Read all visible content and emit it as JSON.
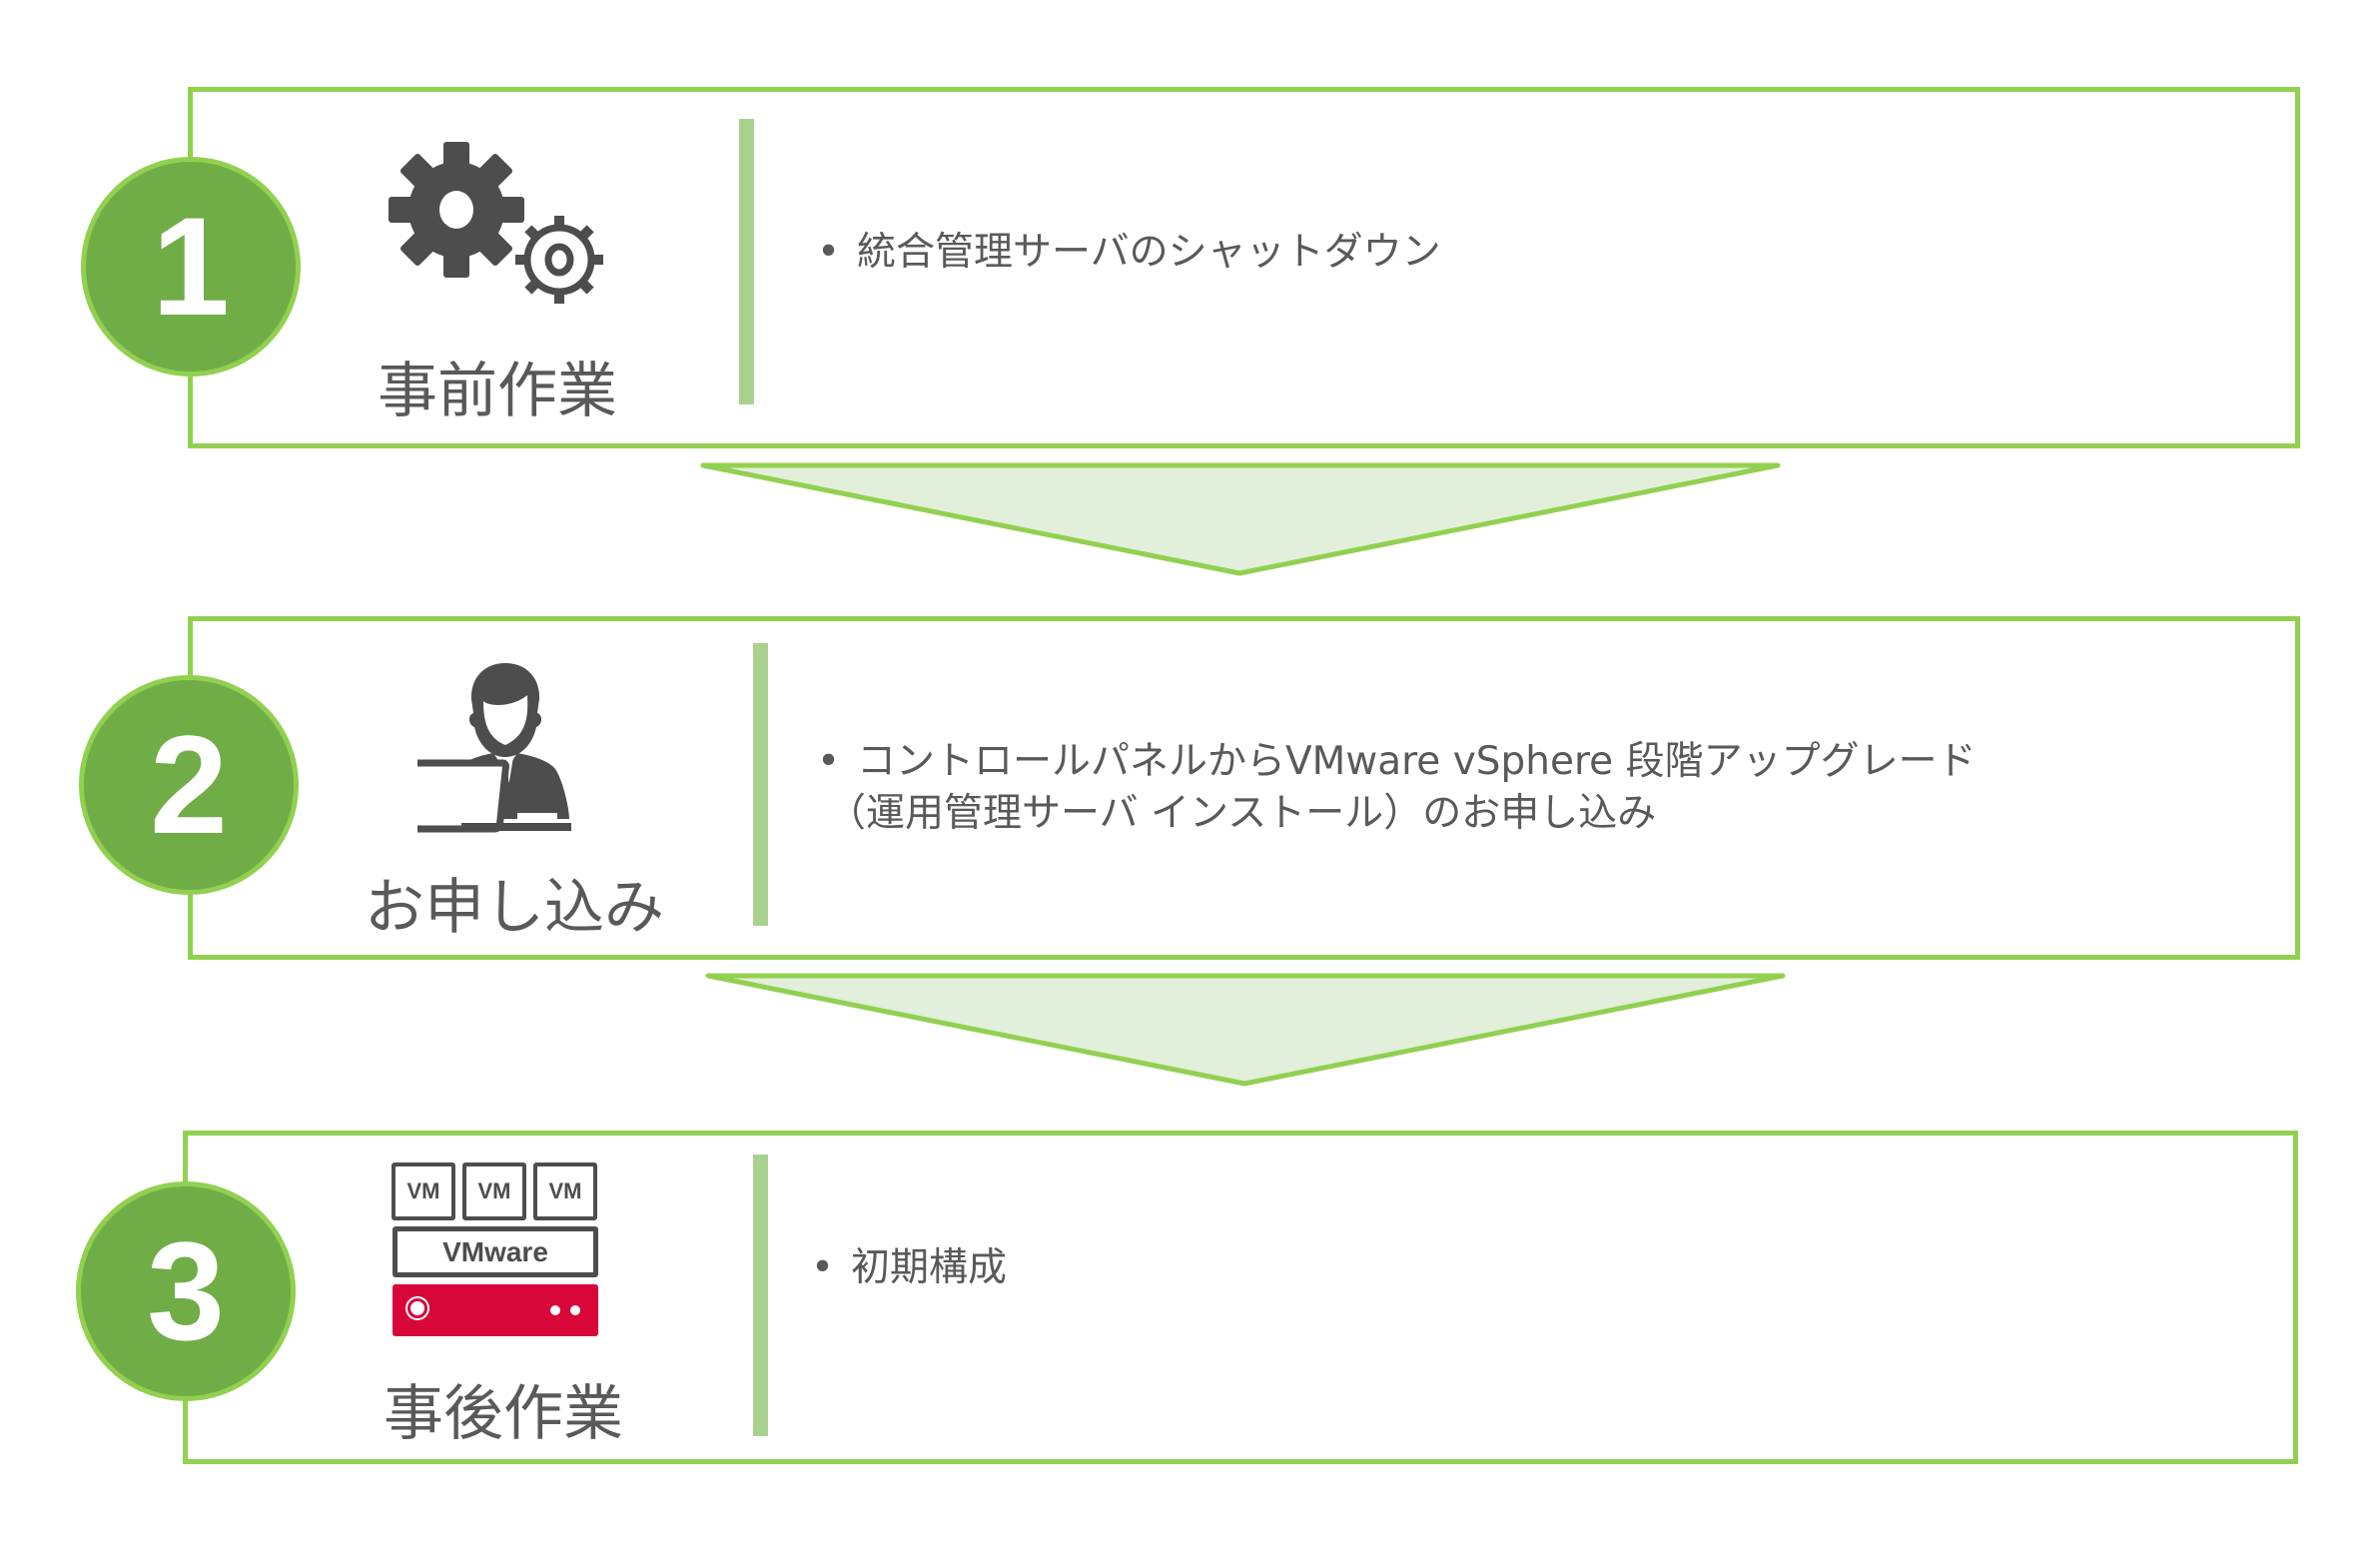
{
  "steps": [
    {
      "number": "1",
      "label": "事前作業",
      "icon": "gears-icon",
      "bullets": [
        "統合管理サーバのシャットダウン"
      ]
    },
    {
      "number": "2",
      "label": "お申し込み",
      "icon": "person-laptop-icon",
      "bullets": [
        "コントロールパネルからVMware vSphere 段階アップグレード",
        "（運用管理サーバ インストール）のお申し込み"
      ]
    },
    {
      "number": "3",
      "label": "事後作業",
      "icon": "vmware-server-icon",
      "bullets": [
        "初期構成"
      ]
    }
  ],
  "vm_icon": {
    "vm": "VM",
    "vmware": "VMware"
  },
  "colors": {
    "accent": "#92d050",
    "circle": "#70ad47",
    "arrow_fill": "#e2efda",
    "server": "#d9063a"
  }
}
